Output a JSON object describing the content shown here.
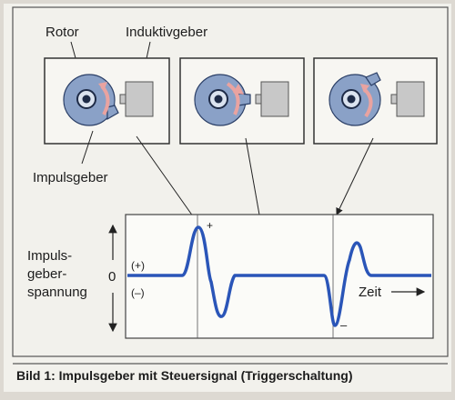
{
  "labels": {
    "rotor": "Rotor",
    "inductive_sensor": "Induktivgeber",
    "pulse_generator": "Impulsgeber",
    "y_axis_line1": "Impuls-",
    "y_axis_line2": "geber-",
    "y_axis_line3": "spannung",
    "zero": "0",
    "positive": "(+)",
    "negative": "(–)",
    "plus_mark": "+",
    "minus_mark": "–",
    "time": "Zeit"
  },
  "caption": "Bild 1: Impulsgeber mit Steuersignal (Triggerschaltung)",
  "colors": {
    "background": "#f2f1ec",
    "signal": "#2a55b8",
    "rotor": "#8aa1c7",
    "arrow": "#e9a3a0",
    "sensor": "#c8c8c8"
  },
  "icons": [
    "rotor-icon",
    "inductive-sensor-icon",
    "rotation-arrow-icon"
  ]
}
